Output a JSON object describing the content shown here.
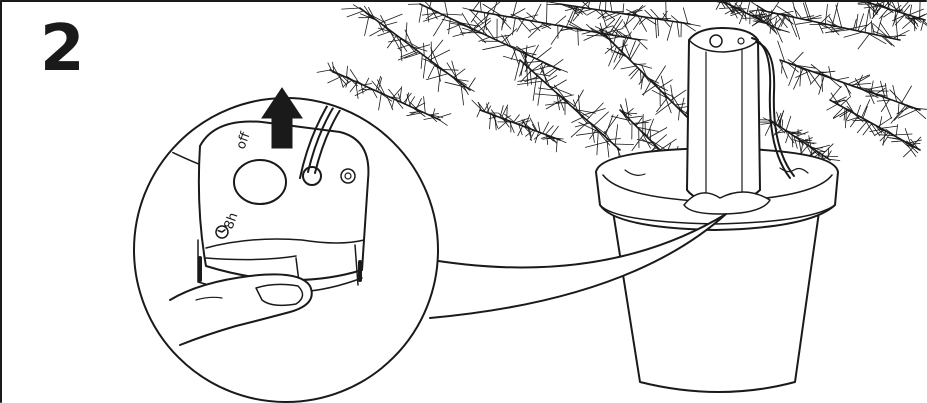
{
  "step": {
    "number": "2"
  },
  "device": {
    "button_label_off": "off",
    "button_label_timer": "8h",
    "timer_icon": "clock-icon",
    "arrow_icon": "up-arrow-icon"
  },
  "colors": {
    "ink": "#1a1a1a",
    "paper": "#ffffff"
  }
}
